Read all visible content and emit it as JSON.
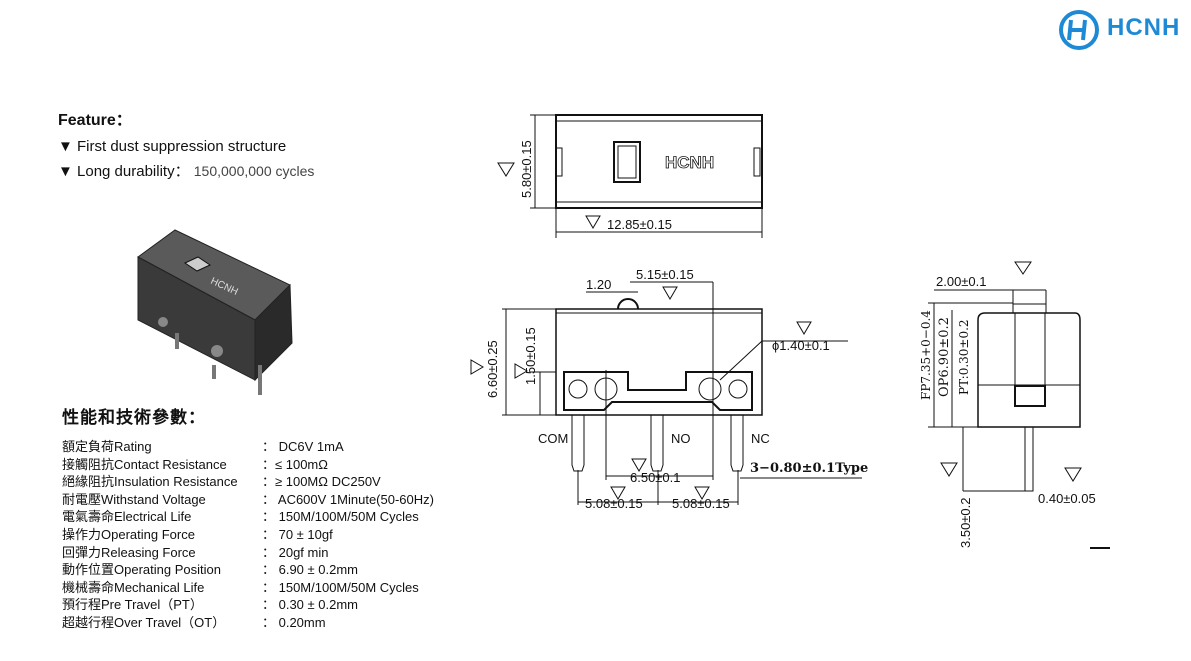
{
  "logo": {
    "text": "HCNH",
    "color": "#1e8ad6"
  },
  "feature": {
    "title": "Feature：",
    "bullets": [
      {
        "label": "▼ First dust suppression structure",
        "value": ""
      },
      {
        "label": "▼ Long durability：",
        "value": "150,000,000 cycles"
      }
    ]
  },
  "specs": {
    "title": "性能和技術參數：",
    "rows": [
      {
        "label": "額定負荷Rating",
        "value": "： DC6V 1mA"
      },
      {
        "label": "接觸阻抗Contact Resistance",
        "value": "：≤ 100mΩ"
      },
      {
        "label": "絕緣阻抗Insulation Resistance",
        "value": "：≥ 100MΩ DC250V"
      },
      {
        "label": "耐電壓Withstand Voltage",
        "value": "： AC600V 1Minute(50-60Hz)"
      },
      {
        "label": "電氣壽命Electrical Life",
        "value": "： 150M/100M/50M Cycles"
      },
      {
        "label": "操作力Operating Force",
        "value": "： 70 ± 10gf"
      },
      {
        "label": "回彈力Releasing Force",
        "value": "： 20gf min"
      },
      {
        "label": "動作位置Operating Position",
        "value": "： 6.90 ± 0.2mm"
      },
      {
        "label": "機械壽命Mechanical Life",
        "value": "： 150M/100M/50M Cycles"
      },
      {
        "label": "預行程Pre Travel（PT）",
        "value": "： 0.30 ± 0.2mm"
      },
      {
        "label": "超越行程Over Travel（OT）",
        "value": "： 0.20mm"
      }
    ]
  },
  "drawing": {
    "top": {
      "height": "5.80±0.15",
      "width": "12.85±0.15",
      "marks": [
        "1",
        "2"
      ],
      "brand": "HCNH"
    },
    "front": {
      "d120": "1.20",
      "d515": "5.15±0.15",
      "d660": "6.60±0.25",
      "d150": "1.50±0.15",
      "d140": "ϕ1.40±0.1",
      "com": "COM",
      "no": "NO",
      "nc": "NC",
      "pin": "3−0.80±0.1Type",
      "d650": "6.50±0.1",
      "d508a": "5.08±0.15",
      "d508b": "5.08±0.15",
      "marks": [
        "3",
        "4",
        "5",
        "6",
        "7",
        "8",
        "9"
      ]
    },
    "side": {
      "d200": "2.00±0.1",
      "fp": "FP7.35+0−0.4",
      "op": "OP6.90±0.2",
      "pt": "PT:0.30±0.2",
      "d350": "3.50±0.2",
      "d040": "0.40±0.05",
      "marks": [
        "10",
        "11",
        "12"
      ]
    }
  }
}
